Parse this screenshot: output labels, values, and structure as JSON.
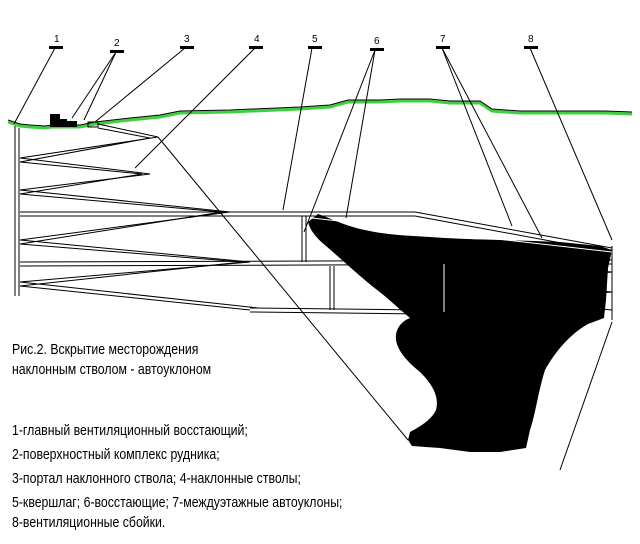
{
  "callouts": [
    {
      "num": "1"
    },
    {
      "num": "2"
    },
    {
      "num": "3"
    },
    {
      "num": "4"
    },
    {
      "num": "5"
    },
    {
      "num": "6"
    },
    {
      "num": "7"
    },
    {
      "num": "8"
    }
  ],
  "caption": {
    "line1": "Рис.2. Вскрытие месторождения",
    "line2": "наклонным стволом - автоуклоном"
  },
  "legend": [
    "1-главный вентиляционный восстающий;",
    "2-поверхностный комплекс рудника;",
    "3-портал наклонного ствола; 4-наклонные стволы;",
    "5-квершлаг; 6-восстающие; 7-междуэтажные  автоуклоны;",
    "8-вентиляционные сбойки."
  ],
  "colors": {
    "surface": "#3fcf3f",
    "ore_body": "#000000",
    "workings": "#000000"
  }
}
